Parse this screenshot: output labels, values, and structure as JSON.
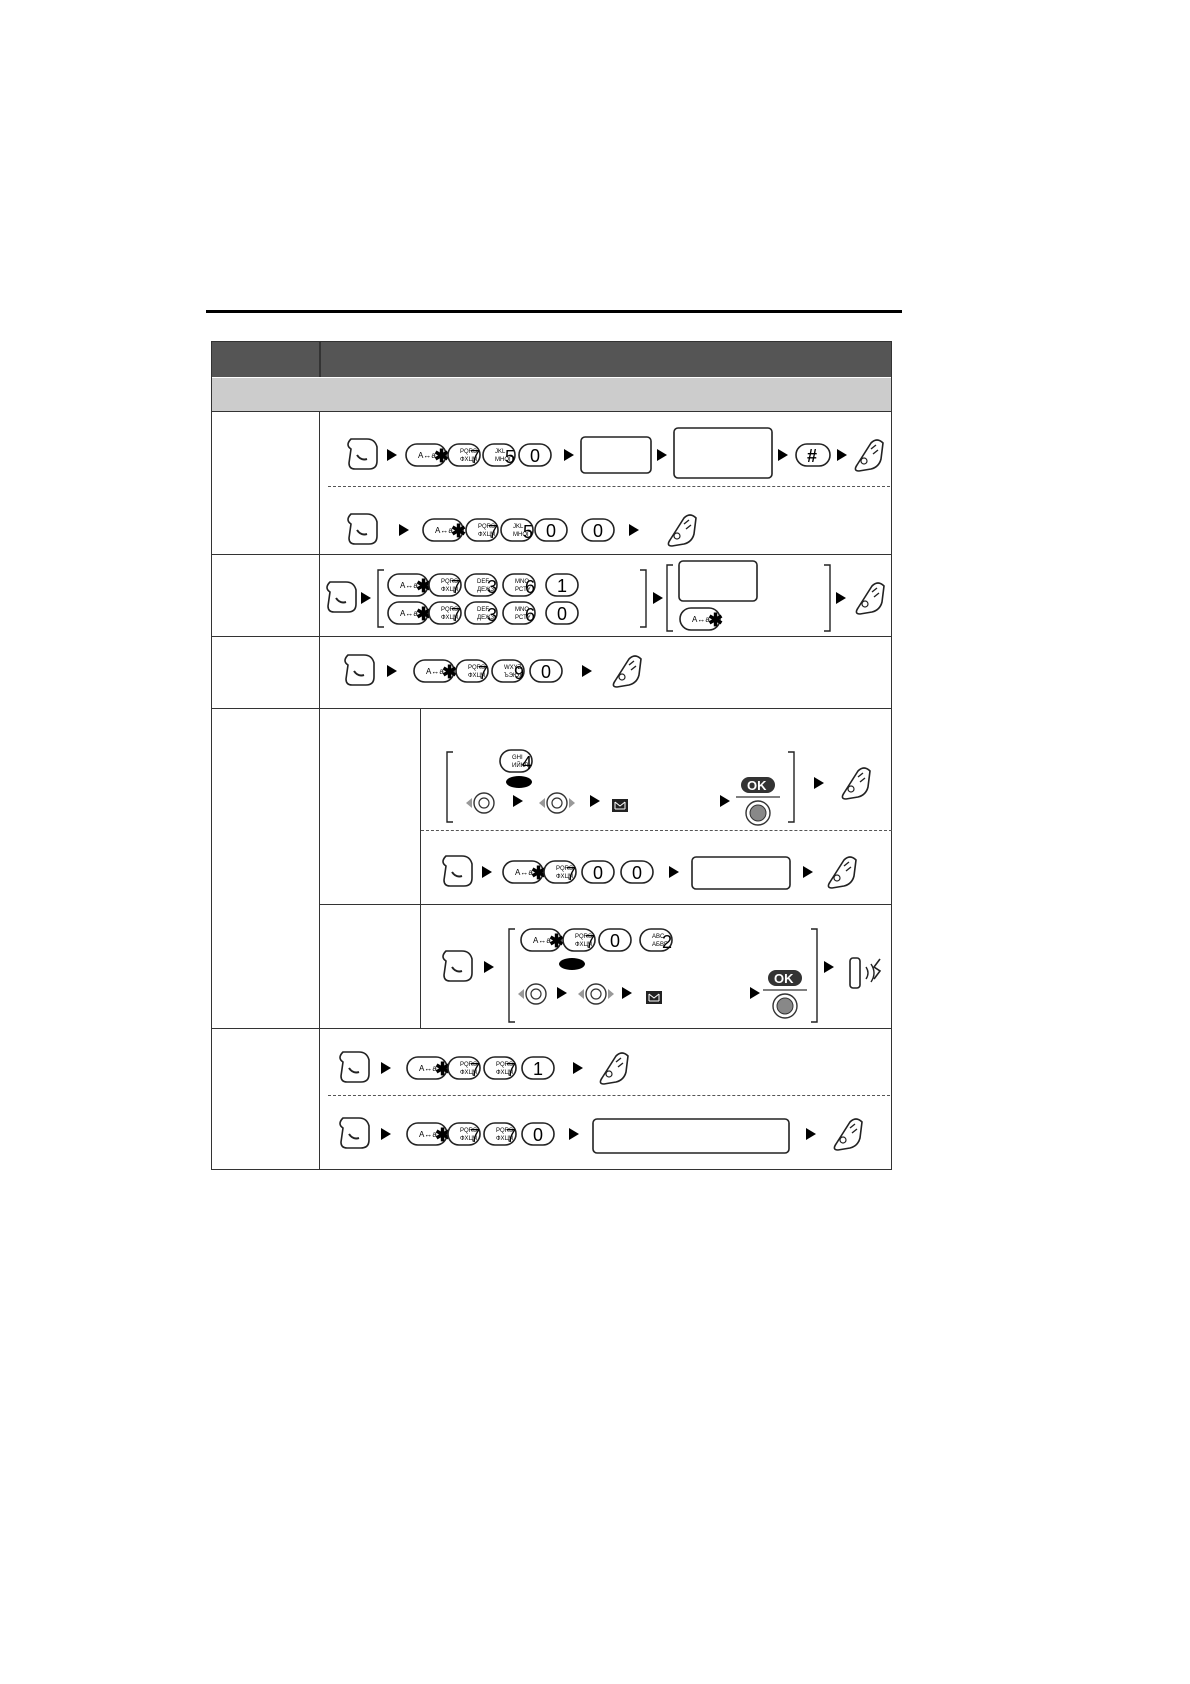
{
  "keys": {
    "star_caption": "A↔a",
    "digit_captions": {
      "2": "ABC АБВГ",
      "3": "DEF ДЕЖЗ",
      "4": "GHI ИЙКЛ",
      "5": "JKL МНОП",
      "6": "MNO РСТУ",
      "7": "PQRS ФХЦЧ",
      "9": "WXYZ ЪЭЮЯ"
    },
    "hash": "#",
    "ok": "OK"
  },
  "rows": [
    {
      "name": "row-1",
      "sequences": [
        [
          "off-hook",
          "*",
          "7",
          "5",
          "0",
          "box",
          "box-large",
          "#",
          "on-hook"
        ],
        [
          "off-hook",
          "*",
          "7",
          "5",
          "0",
          "0",
          "on-hook"
        ]
      ]
    },
    {
      "name": "row-2",
      "sequences": [
        [
          "off-hook",
          "*",
          "7",
          "3",
          "6",
          "1"
        ],
        [
          "*",
          "7",
          "3",
          "6",
          "0"
        ],
        [
          "box",
          "*"
        ],
        [
          "on-hook"
        ]
      ]
    },
    {
      "name": "row-3",
      "sequences": [
        [
          "off-hook",
          "*",
          "7",
          "9",
          "0",
          "on-hook"
        ]
      ]
    },
    {
      "name": "row-4a",
      "sequences": [
        [
          "4",
          "soft-key",
          "navigator",
          "navigator",
          "message-icon",
          "ok",
          "on-hook"
        ],
        [
          "off-hook",
          "*",
          "7",
          "0",
          "0",
          "box",
          "on-hook"
        ]
      ]
    },
    {
      "name": "row-4b",
      "sequences": [
        [
          "off-hook",
          "*",
          "7",
          "0",
          "2",
          "soft-key",
          "navigator",
          "navigator",
          "message-icon",
          "ok",
          "handset-ringing"
        ]
      ]
    },
    {
      "name": "row-5",
      "sequences": [
        [
          "off-hook",
          "*",
          "7",
          "7",
          "1",
          "on-hook"
        ],
        [
          "off-hook",
          "*",
          "7",
          "7",
          "0",
          "box-wide",
          "on-hook"
        ]
      ]
    }
  ]
}
